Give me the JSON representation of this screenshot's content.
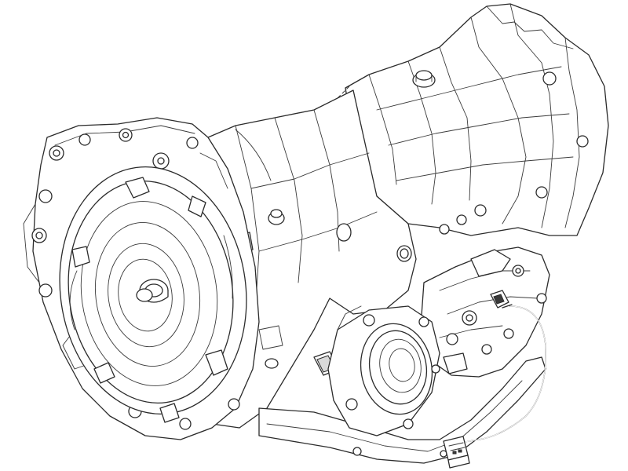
{
  "diagram": {
    "subject": "automatic-transmission-assembly",
    "style": "line-art",
    "colors": {
      "background": "#ffffff",
      "line": "#2b2b2b",
      "shade": "#d9d9d9"
    },
    "parts": [
      {
        "id": "bell-housing"
      },
      {
        "id": "torque-converter"
      },
      {
        "id": "main-case"
      },
      {
        "id": "extension-housing"
      },
      {
        "id": "oil-pan"
      },
      {
        "id": "valve-body-side-unit"
      },
      {
        "id": "output-flange"
      },
      {
        "id": "wiring-harness"
      },
      {
        "id": "electrical-connector"
      },
      {
        "id": "filler-plug"
      },
      {
        "id": "sensor-solenoid"
      }
    ]
  }
}
